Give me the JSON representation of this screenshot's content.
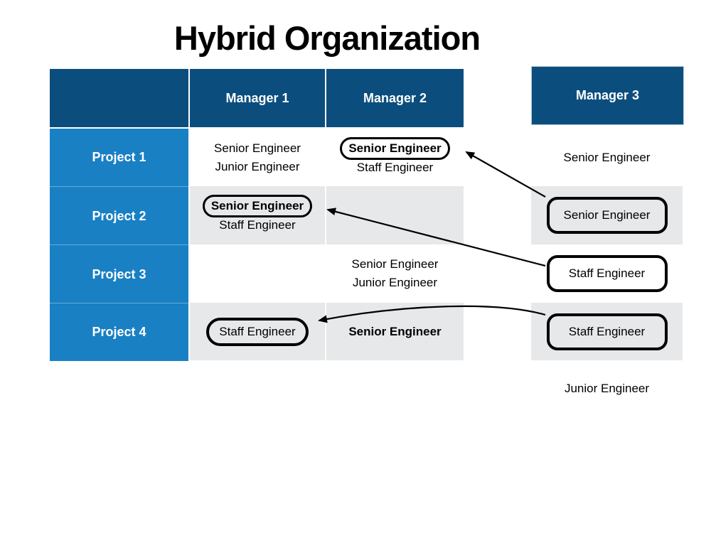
{
  "title": "Hybrid Organization",
  "colors": {
    "header_bg": "#0b4e7e",
    "project_bg": "#1980c4",
    "row_alt_bg": "#e7e8ea",
    "row_bg": "#ffffff",
    "header_text": "#ffffff",
    "cell_text": "#000000",
    "outline_and_arrows": "#000000"
  },
  "grid": {
    "manager1": "Manager 1",
    "manager2": "Manager 2",
    "manager3": "Manager 3"
  },
  "projects": [
    "Project 1",
    "Project 2",
    "Project 3",
    "Project 4"
  ],
  "cells": {
    "p1m1": [
      "Senior Engineer",
      "Junior Engineer"
    ],
    "p1m2_boxed": "Senior Engineer",
    "p1m2_line2": "Staff Engineer",
    "p2m1_boxed": "Senior Engineer",
    "p2m1_line2": "Staff Engineer",
    "p3m2": [
      "Senior Engineer",
      "Junior Engineer"
    ],
    "p4m1_boxed": "Staff Engineer",
    "p4m2": "Senior Engineer"
  },
  "manager3_cells": {
    "row1": "Senior Engineer",
    "row2_boxed": "Senior Engineer",
    "row3_boxed": "Staff Engineer",
    "row4_boxed": "Staff Engineer",
    "footer": "Junior Engineer"
  },
  "arrows": [
    {
      "from": "manager3-row2-box",
      "to": "project1-manager2-boxed-role"
    },
    {
      "from": "manager3-row3-box",
      "to": "project2-manager1-boxed-role"
    },
    {
      "from": "manager3-row4-box",
      "to": "project4-manager1-boxed-role"
    }
  ]
}
